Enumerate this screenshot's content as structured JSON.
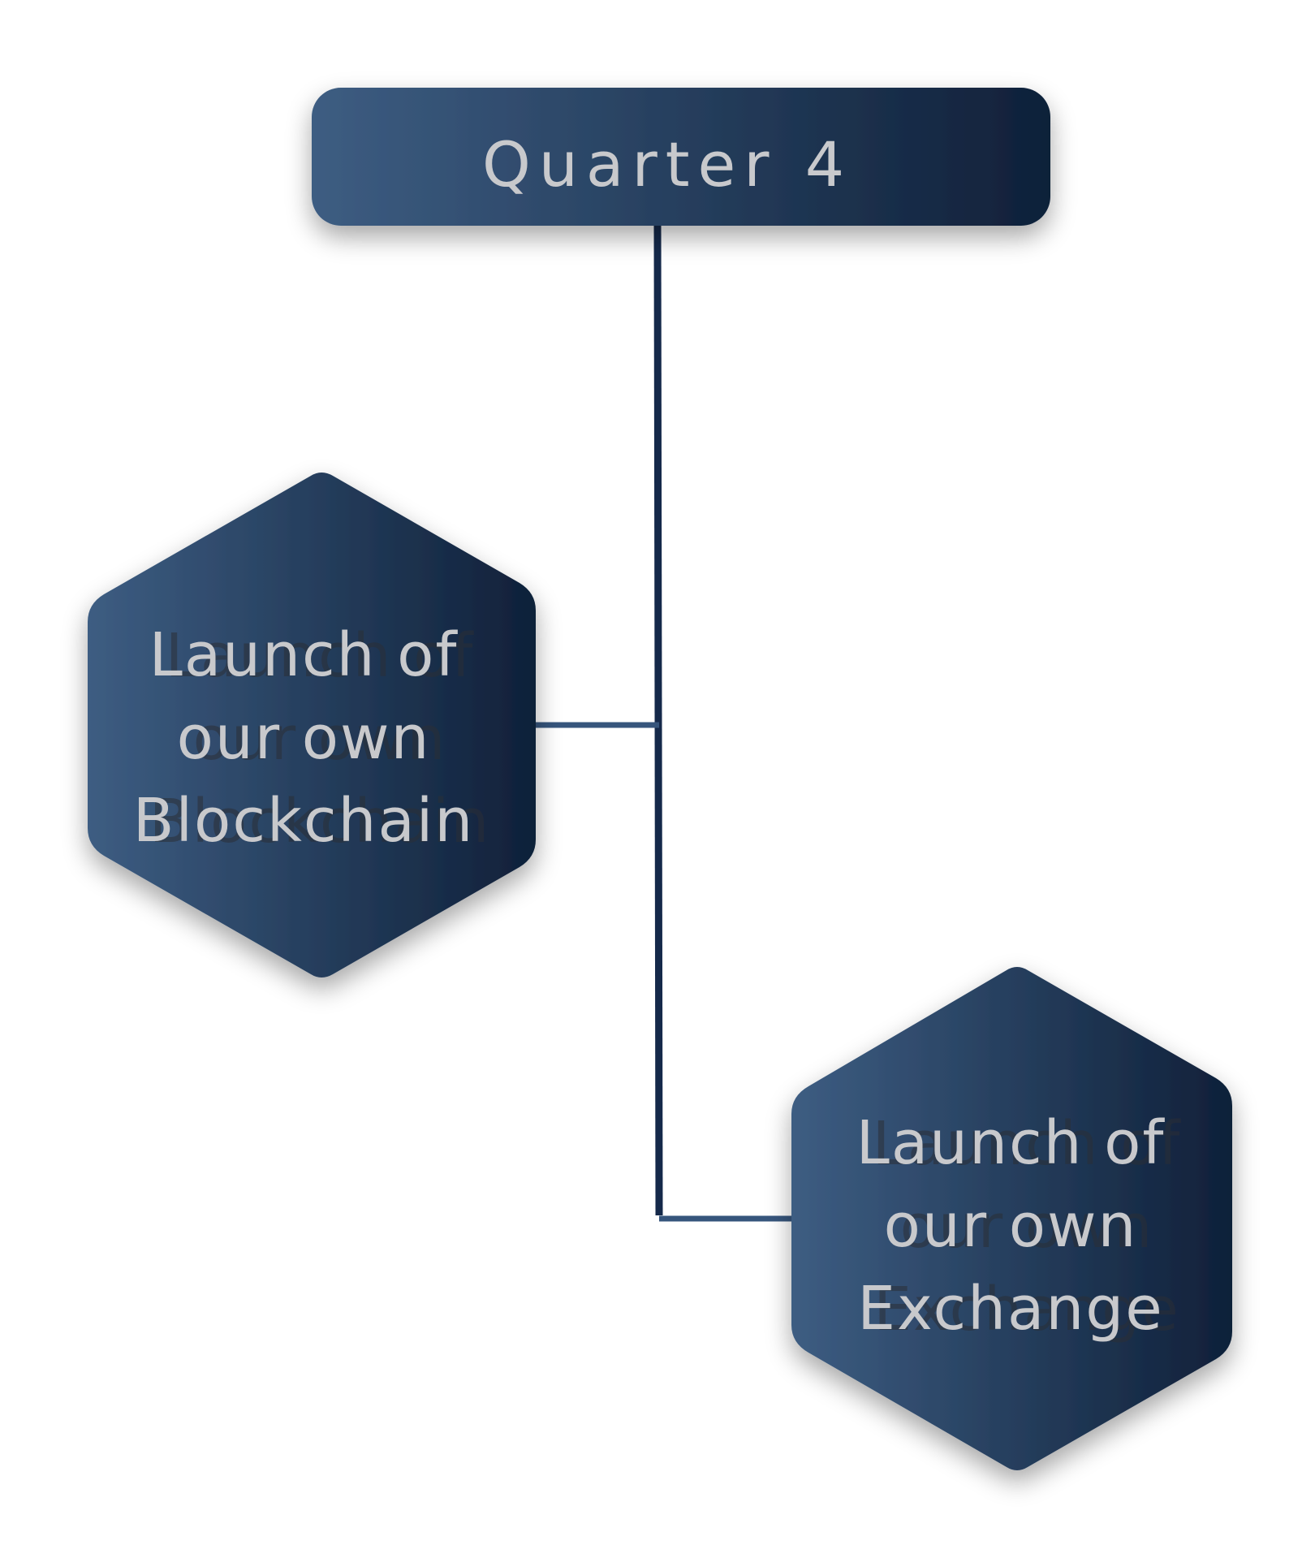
{
  "header": {
    "label": "Quarter 4"
  },
  "nodes": [
    {
      "lines": [
        "Launch of",
        "our own",
        "Blockchain"
      ]
    },
    {
      "lines": [
        "Launch of",
        "our own",
        "Exchange"
      ]
    }
  ],
  "colors": {
    "gradient_start": "#3d5d82",
    "gradient_end": "#0f2039",
    "connector_dark": "#15294a",
    "connector_mid": "#36557c",
    "text": "#c8c9cc",
    "background": "#ffffff"
  }
}
